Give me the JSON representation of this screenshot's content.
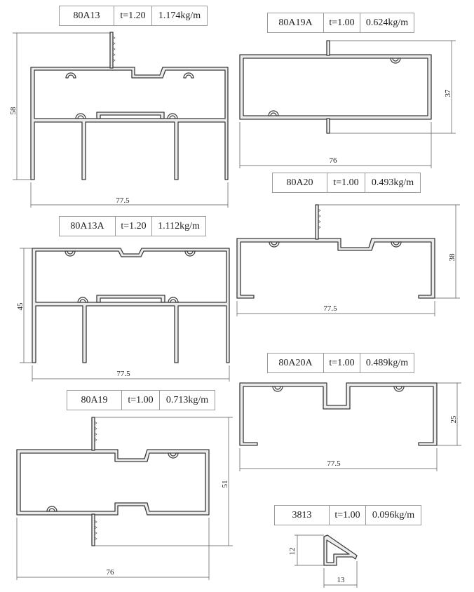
{
  "profiles": [
    {
      "code": "80A13",
      "thickness": "t=1.20",
      "weight": "1.174kg/m",
      "dims": [
        "58",
        "77.5"
      ]
    },
    {
      "code": "80A19A",
      "thickness": "t=1.00",
      "weight": "0.624kg/m",
      "dims": [
        "37",
        "76"
      ]
    },
    {
      "code": "80A20",
      "thickness": "t=1.00",
      "weight": "0.493kg/m",
      "dims": [
        "38",
        "77.5"
      ]
    },
    {
      "code": "80A13A",
      "thickness": "t=1.20",
      "weight": "1.112kg/m",
      "dims": [
        "45",
        "77.5"
      ]
    },
    {
      "code": "80A20A",
      "thickness": "t=1.00",
      "weight": "0.489kg/m",
      "dims": [
        "25",
        "77.5"
      ]
    },
    {
      "code": "80A19",
      "thickness": "t=1.00",
      "weight": "0.713kg/m",
      "dims": [
        "51",
        "76"
      ]
    },
    {
      "code": "3813",
      "thickness": "t=1.00",
      "weight": "0.096kg/m",
      "dims": [
        "12",
        "13"
      ]
    }
  ],
  "colors": {
    "outline": "#3a3a3a",
    "fill": "#ececec",
    "dimension": "#555555",
    "border": "#9a9a9a"
  }
}
